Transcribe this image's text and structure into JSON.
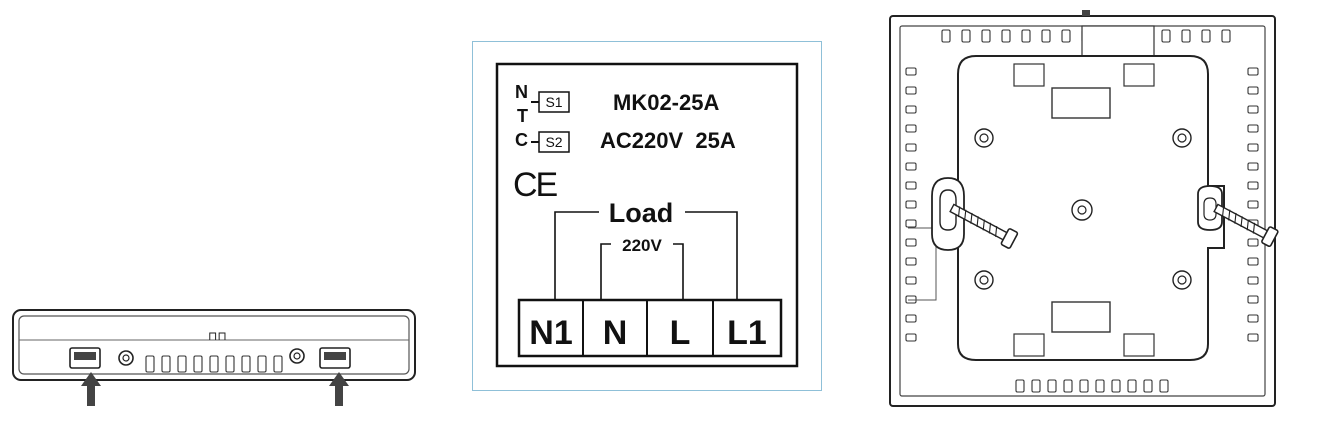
{
  "side_view": {
    "top_mark": "⊓⊓",
    "arrow_icon": "arrow-up-icon"
  },
  "wiring_label": {
    "ntc_letters": [
      "N",
      "T",
      "C"
    ],
    "sensor_1": "S1",
    "sensor_2": "S2",
    "model": "MK02-25A",
    "rating": "AC220V  25A",
    "ce_mark": "CE",
    "load_label": "Load",
    "voltage_label": "220V",
    "terminals": [
      "N1",
      "N",
      "L",
      "L1"
    ]
  },
  "back_view": {
    "screw_icon": "screw-icon"
  }
}
